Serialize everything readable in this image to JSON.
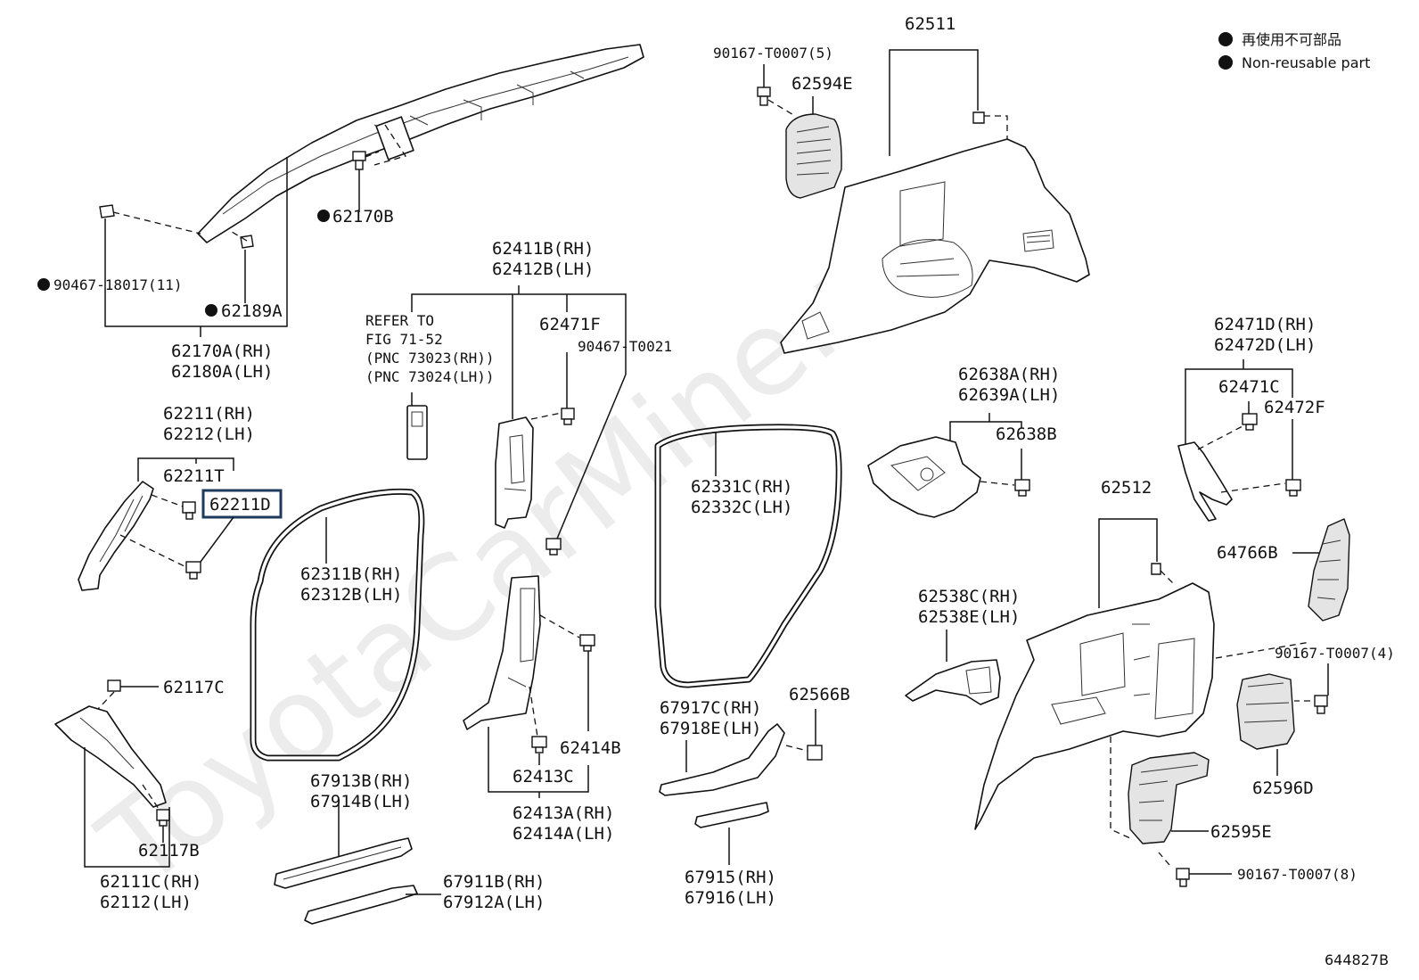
{
  "watermark": "ToyotaCarMine.ru",
  "legend": {
    "jp": "再使用不可部品",
    "en": "Non-reusable part"
  },
  "diagram_id": "644827B",
  "labels": {
    "p62511": "62511",
    "p90167_5": "90167-T0007(5)",
    "p62594E": "62594E",
    "p62170B": "62170B",
    "p90467_18017": "90467-18017(11)",
    "p62189A": "62189A",
    "p62170A": "62170A(RH)",
    "p62180A": "62180A(LH)",
    "p62411B": "62411B(RH)",
    "p62412B": "62412B(LH)",
    "refer1": "REFER TO",
    "refer2": "FIG 71-52",
    "refer3": "(PNC 73023(RH))",
    "refer4": "(PNC 73024(LH))",
    "p62471F": "62471F",
    "p90467_T0021": "90467-T0021",
    "p62211": "62211(RH)",
    "p62212": "62212(LH)",
    "p62211T": "62211T",
    "p62211D": "62211D",
    "p62311B": "62311B(RH)",
    "p62312B": "62312B(LH)",
    "p62331C": "62331C(RH)",
    "p62332C": "62332C(LH)",
    "p62638A": "62638A(RH)",
    "p62639A": "62639A(LH)",
    "p62638B": "62638B",
    "p62471D": "62471D(RH)",
    "p62472D": "62472D(LH)",
    "p62471C": "62471C",
    "p62472F": "62472F",
    "p62512": "62512",
    "p64766B": "64766B",
    "p62538C": "62538C(RH)",
    "p62538E": "62538E(LH)",
    "p90167_4": "90167-T0007(4)",
    "p62566B": "62566B",
    "p62117C": "62117C",
    "p62414B": "62414B",
    "p62413C": "62413C",
    "p62413A": "62413A(RH)",
    "p62414A": "62414A(LH)",
    "p67917C": "67917C(RH)",
    "p67918E": "67918E(LH)",
    "p62596D": "62596D",
    "p62595E": "62595E",
    "p62117B": "62117B",
    "p67913B": "67913B(RH)",
    "p67914B": "67914B(LH)",
    "p90167_8": "90167-T0007(8)",
    "p62111C": "62111C(RH)",
    "p62112": "62112(LH)",
    "p67911B": "67911B(RH)",
    "p67912A": "67912A(LH)",
    "p67915": "67915(RH)",
    "p67916": "67916(LH)"
  }
}
